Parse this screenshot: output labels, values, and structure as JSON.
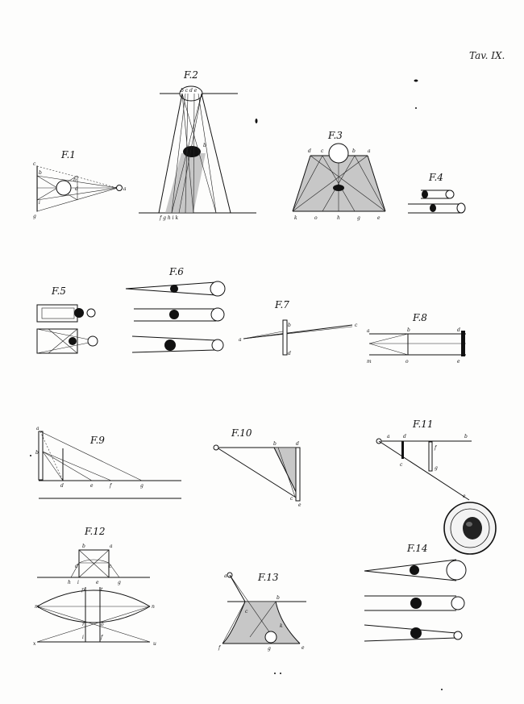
{
  "plate_label": "Tav. IX.",
  "figures": {
    "f1": {
      "label": "F.1",
      "points": [
        "c",
        "b",
        "d",
        "a",
        "i",
        "g"
      ]
    },
    "f2": {
      "label": "F.2",
      "points": [
        "b",
        "c",
        "d",
        "e",
        "f",
        "g",
        "h",
        "i",
        "k",
        "b"
      ]
    },
    "f3": {
      "label": "F.3",
      "points": [
        "d",
        "c",
        "b",
        "a",
        "k",
        "o",
        "h",
        "g",
        "e"
      ]
    },
    "f4": {
      "label": "F.4"
    },
    "f5": {
      "label": "F.5"
    },
    "f6": {
      "label": "F.6"
    },
    "f7": {
      "label": "F.7",
      "points": [
        "a",
        "b",
        "c",
        "d"
      ]
    },
    "f8": {
      "label": "F.8",
      "points": [
        "a",
        "b",
        "d",
        "m",
        "o",
        "e"
      ]
    },
    "f9": {
      "label": "F.9",
      "points": [
        "a",
        "b",
        "d",
        "e",
        "f",
        "g"
      ]
    },
    "f10": {
      "label": "F.10",
      "points": [
        "a",
        "b",
        "d",
        "c",
        "e"
      ]
    },
    "f11": {
      "label": "F.11",
      "points": [
        "a",
        "d",
        "b",
        "f",
        "c",
        "g",
        "e"
      ]
    },
    "f12": {
      "label": "F.12",
      "points": [
        "b",
        "a",
        "d",
        "c",
        "h",
        "i",
        "e",
        "g",
        "m",
        "p",
        "t",
        "n",
        "r",
        "o",
        "x",
        "i",
        "f",
        "u"
      ]
    },
    "f13": {
      "label": "F.13",
      "points": [
        "a",
        "c",
        "b",
        "k",
        "f",
        "g",
        "e"
      ]
    },
    "f14": {
      "label": "F.14"
    }
  }
}
